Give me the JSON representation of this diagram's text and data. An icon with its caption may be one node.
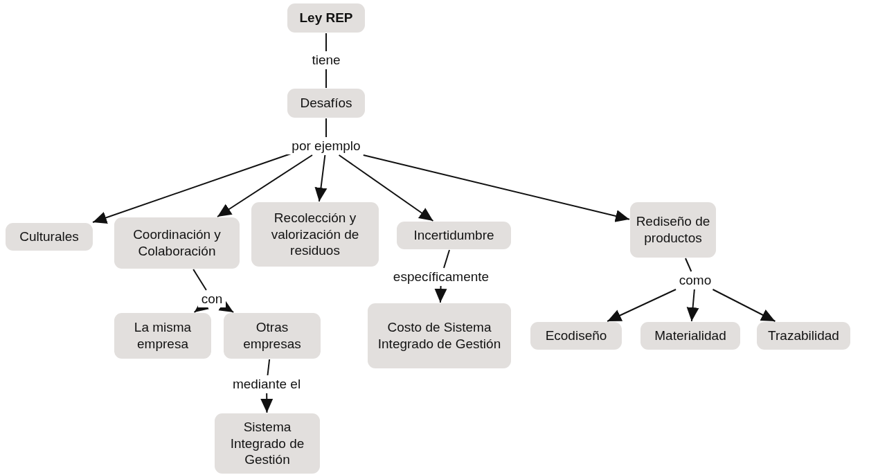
{
  "diagram": {
    "nodes": [
      {
        "text": [
          "Ley REP"
        ]
      },
      {
        "text": [
          "tiene"
        ]
      },
      {
        "text": [
          "Desafíos"
        ]
      },
      {
        "text": [
          "por ejemplo"
        ]
      },
      {
        "text": [
          "Culturales"
        ]
      },
      {
        "text": [
          "Coordinación y Colaboración"
        ]
      },
      {
        "text": [
          "Recolección y valorización de residuos"
        ]
      },
      {
        "text": [
          "Incertidumbre"
        ]
      },
      {
        "text": [
          "Rediseño de productos"
        ]
      },
      {
        "text": [
          "con"
        ]
      },
      {
        "text": [
          "La misma empresa"
        ]
      },
      {
        "text": [
          "Otras empresas"
        ]
      },
      {
        "text": [
          "mediante el"
        ]
      },
      {
        "text": [
          "Sistema Integrado de Gestión"
        ]
      },
      {
        "text": [
          "específicamente"
        ]
      },
      {
        "text": [
          "Costo de Sistema Integrado de Gestión"
        ]
      },
      {
        "text": [
          "como"
        ]
      },
      {
        "text": [
          "Ecodiseño"
        ]
      },
      {
        "text": [
          "Materialidad"
        ]
      },
      {
        "text": [
          "Trazabilidad"
        ]
      }
    ],
    "edges": [
      {
        "from": 0,
        "to": 1,
        "arrow": "none"
      },
      {
        "from": 1,
        "to": 2,
        "arrow": "none"
      },
      {
        "from": 2,
        "to": 3,
        "arrow": "none"
      },
      {
        "from": 3,
        "to": 4,
        "arrow": "to"
      },
      {
        "from": 3,
        "to": 5,
        "arrow": "to"
      },
      {
        "from": 3,
        "to": 6,
        "arrow": "to"
      },
      {
        "from": 3,
        "to": 7,
        "arrow": "to"
      },
      {
        "from": 3,
        "to": 8,
        "arrow": "to"
      },
      {
        "from": 5,
        "to": 9,
        "arrow": "none"
      },
      {
        "from": 9,
        "to": 10,
        "arrow": "to"
      },
      {
        "from": 9,
        "to": 11,
        "arrow": "to"
      },
      {
        "from": 11,
        "to": 12,
        "arrow": "none"
      },
      {
        "from": 12,
        "to": 13,
        "arrow": "to"
      },
      {
        "from": 7,
        "to": 14,
        "arrow": "none"
      },
      {
        "from": 14,
        "to": 15,
        "arrow": "to"
      },
      {
        "from": 8,
        "to": 16,
        "arrow": "none"
      },
      {
        "from": 16,
        "to": 17,
        "arrow": "to"
      },
      {
        "from": 16,
        "to": 18,
        "arrow": "to"
      },
      {
        "from": 16,
        "to": 19,
        "arrow": "to"
      }
    ]
  }
}
